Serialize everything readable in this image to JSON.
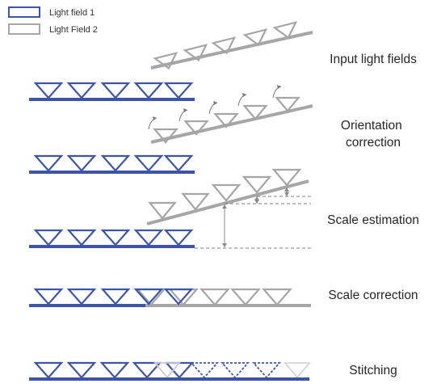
{
  "legend": {
    "field1_label": "Light field 1",
    "field2_label": "Light Field 2"
  },
  "steps": [
    {
      "label_lines": [
        "Input light fields"
      ]
    },
    {
      "label_lines": [
        "Orientation",
        "correction"
      ]
    },
    {
      "label_lines": [
        "Scale estimation"
      ]
    },
    {
      "label_lines": [
        "Scale correction"
      ]
    },
    {
      "label_lines": [
        "Stitching"
      ]
    }
  ],
  "colors": {
    "field1": "#3d55a8",
    "field2": "#a6a6a6",
    "field2_dark": "#8c8c8c",
    "dashed": "#7f7f7f"
  }
}
